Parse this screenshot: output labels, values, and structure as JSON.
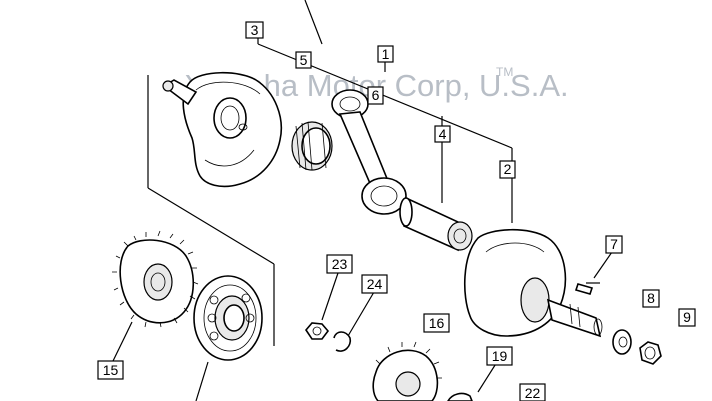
{
  "diagram": {
    "watermark": "Yamaha Motor Corp, U.S.A.",
    "watermark_mark": "TM",
    "callouts": [
      "1",
      "2",
      "3",
      "4",
      "5",
      "6",
      "7",
      "8",
      "9",
      "15",
      "16",
      "19",
      "22",
      "23",
      "24"
    ]
  }
}
